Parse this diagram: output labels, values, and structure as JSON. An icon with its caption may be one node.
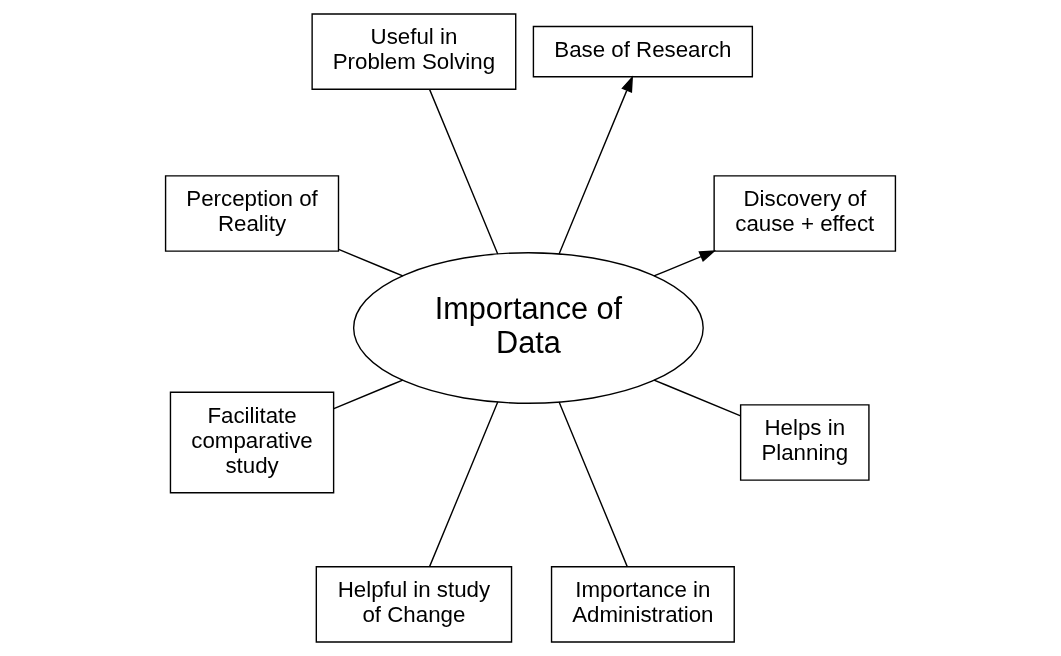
{
  "diagram": {
    "nodes": [
      {
        "text": [
          "Discovery of cause + effect"
        ]
      },
      {
        "text": [
          "Base of Research"
        ]
      },
      {
        "text": [
          "Useful in Problem Solving"
        ]
      },
      {
        "text": [
          "Perception of Reality"
        ]
      },
      {
        "text": [
          "Importance of Data"
        ]
      },
      {
        "text": [
          "Facilitate comparative study"
        ]
      },
      {
        "text": [
          "Helpful in study of Change"
        ]
      },
      {
        "text": [
          "Importance in Administration"
        ]
      },
      {
        "text": [
          "Helps in Planning"
        ]
      }
    ],
    "edges": [
      {
        "from": 4,
        "to": 0,
        "arrow": "to"
      },
      {
        "from": 4,
        "to": 1,
        "arrow": "to"
      },
      {
        "from": 4,
        "to": 2,
        "arrow": "none"
      },
      {
        "from": 4,
        "to": 3,
        "arrow": "none"
      },
      {
        "from": 4,
        "to": 5,
        "arrow": "none"
      },
      {
        "from": 4,
        "to": 6,
        "arrow": "none"
      },
      {
        "from": 4,
        "to": 7,
        "arrow": "none"
      },
      {
        "from": 4,
        "to": 8,
        "arrow": "none"
      }
    ]
  }
}
